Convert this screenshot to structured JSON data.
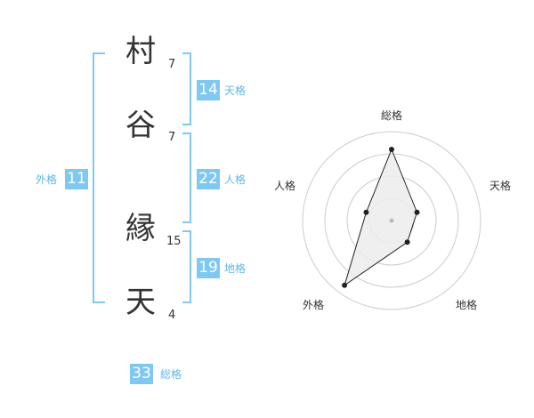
{
  "name": {
    "chars": [
      {
        "char": "村",
        "strokes": "7"
      },
      {
        "char": "谷",
        "strokes": "7"
      },
      {
        "char": "縁",
        "strokes": "15"
      },
      {
        "char": "天",
        "strokes": "4"
      }
    ]
  },
  "fortunes": {
    "tenkaku": {
      "value": "14",
      "label": "天格"
    },
    "jinkaku": {
      "value": "22",
      "label": "人格"
    },
    "chikaku": {
      "value": "19",
      "label": "地格"
    },
    "gaikaku": {
      "value": "11",
      "label": "外格"
    },
    "soukaku": {
      "value": "33",
      "label": "総格"
    }
  },
  "chart_data": {
    "type": "radar",
    "axes": [
      "総格",
      "天格",
      "地格",
      "外格",
      "人格"
    ],
    "values": [
      0.8,
      0.3,
      0.3,
      0.9,
      0.3
    ],
    "rings": 4,
    "colors": {
      "fill": "#ececec",
      "line": "#222222",
      "grid": "#cccccc",
      "accent": "#7ec8f2"
    }
  }
}
